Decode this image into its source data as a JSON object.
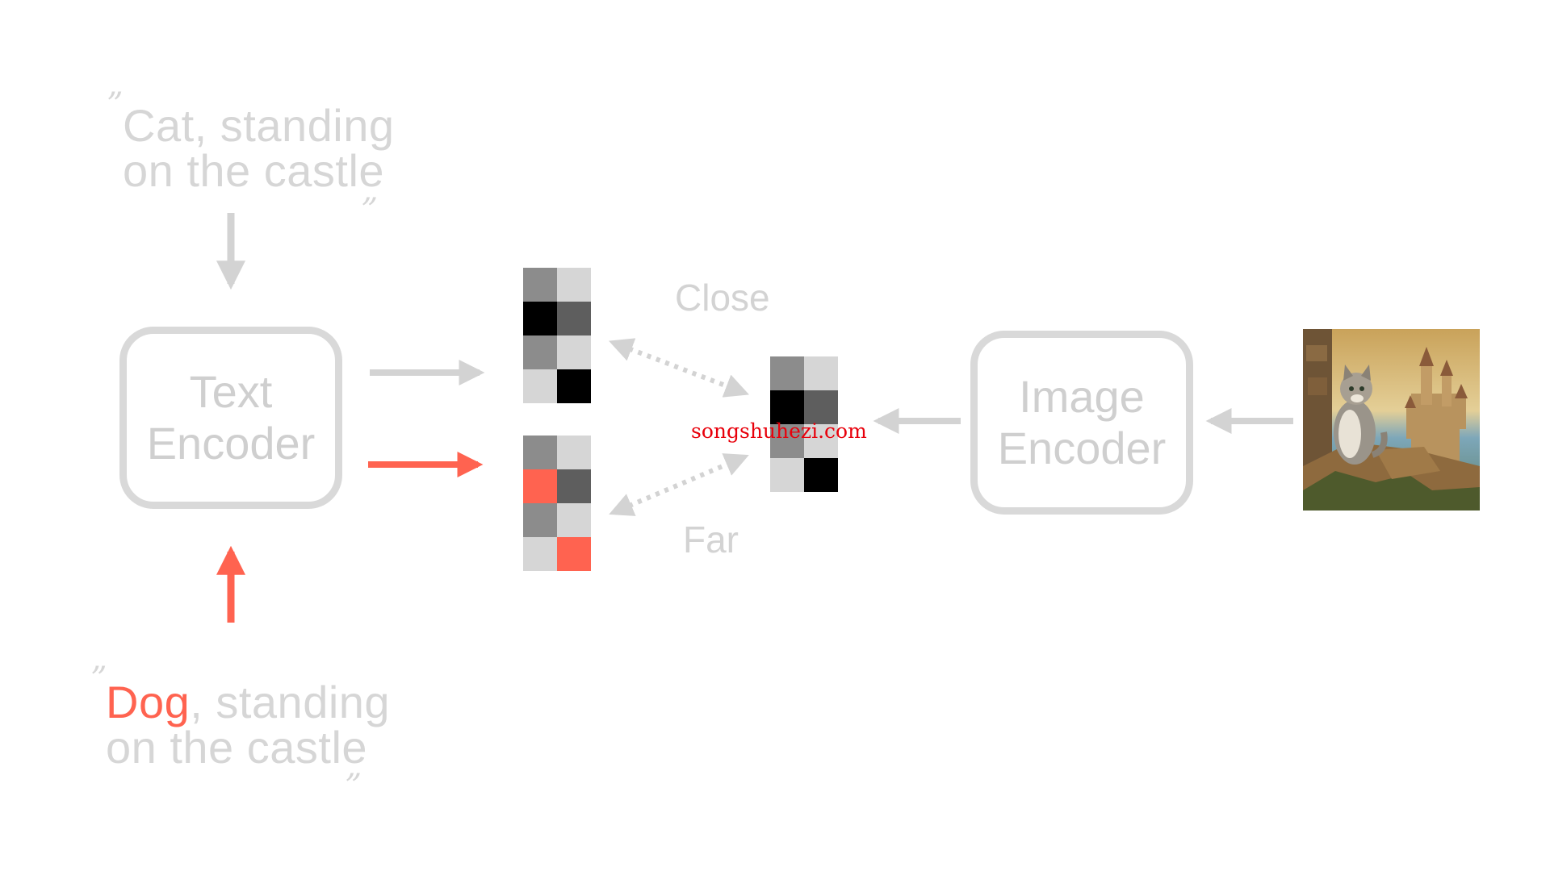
{
  "top_prompt": {
    "line1": "Cat, standing",
    "line2": "on the castle",
    "open_quote": "”",
    "close_quote": "„"
  },
  "bottom_prompt": {
    "highlight_word": "Dog",
    "line1_rest": ", standing",
    "line2": "on the castle",
    "open_quote": "”",
    "close_quote": "„"
  },
  "text_encoder": {
    "line1": "Text",
    "line2": "Encoder"
  },
  "image_encoder": {
    "line1": "Image",
    "line2": "Encoder"
  },
  "relations": {
    "close": "Close",
    "far": "Far"
  },
  "watermark": "songshuhezi.com",
  "colors": {
    "gray_arrow": "#d3d3d3",
    "red_arrow": "#ff6350",
    "box_border": "#d9d9d9",
    "text_gray": "#d6d6d6"
  },
  "embeddings": {
    "cat_text": [
      "#8c8c8c",
      "#d6d6d6",
      "#000000",
      "#5e5e5e",
      "#8c8c8c",
      "#d6d6d6",
      "#d6d6d6",
      "#000000"
    ],
    "dog_text": [
      "#8c8c8c",
      "#d6d6d6",
      "#ff6350",
      "#5e5e5e",
      "#8c8c8c",
      "#d6d6d6",
      "#d6d6d6",
      "#ff6350"
    ],
    "image": [
      "#8c8c8c",
      "#d6d6d6",
      "#000000",
      "#5e5e5e",
      "#8c8c8c",
      "#d6d6d6",
      "#d6d6d6",
      "#000000"
    ]
  },
  "image_icon": "cat-on-castle-painting"
}
